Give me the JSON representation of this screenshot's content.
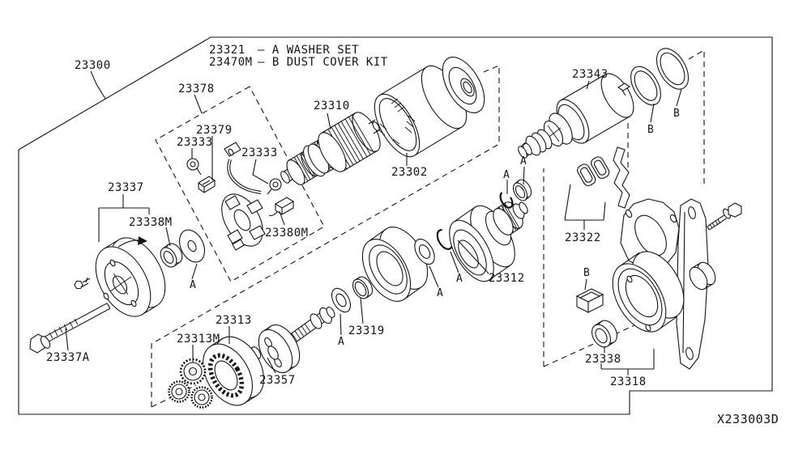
{
  "diagram_code": "X233003D",
  "legend": [
    {
      "code": "23321",
      "desc": "— A WASHER SET"
    },
    {
      "code": "23470M",
      "desc": "— B DUST COVER KIT"
    }
  ],
  "markers": {
    "washer": "A",
    "dust_cover": "B"
  },
  "labels": {
    "starter_assy": "23300",
    "brush_holder_assy": "23378",
    "brush_plus": "23379",
    "brush_spring": "23333",
    "armature": "23310",
    "yoke": "23302",
    "magnetic_switch": "23343",
    "rear_cover": "23337",
    "rear_metal": "23338M",
    "brush_minus": "23380M",
    "through_bolt": "23337A",
    "internal_gear": "23313",
    "planetary_gear": "23313M",
    "shaft_assy": "23357",
    "bearing": "23319",
    "pinion_assy": "23312",
    "clip_set": "23322",
    "front_metal": "23338",
    "gear_case": "23318"
  }
}
